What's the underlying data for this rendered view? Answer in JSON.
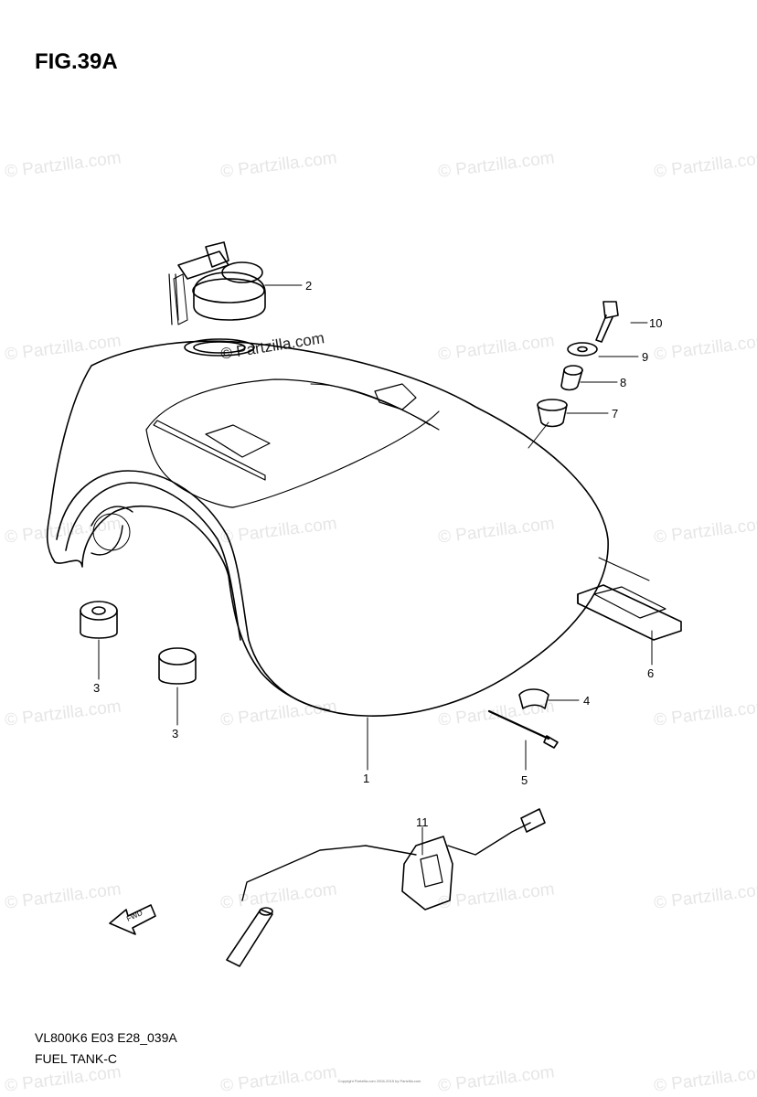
{
  "figure": {
    "title": "FIG.39A",
    "code": "VL800K6 E03 E28_039A",
    "name": "FUEL TANK-C",
    "copyright": "Copyright Partzilla.com 2004-2015 by Partzilla.com"
  },
  "watermark": {
    "text": "© Partzilla.com"
  },
  "fwd_arrow": {
    "label": "FWD"
  },
  "callouts": [
    {
      "id": "c1",
      "label": "1"
    },
    {
      "id": "c2",
      "label": "2"
    },
    {
      "id": "c3a",
      "label": "3"
    },
    {
      "id": "c3b",
      "label": "3"
    },
    {
      "id": "c4",
      "label": "4"
    },
    {
      "id": "c5",
      "label": "5"
    },
    {
      "id": "c6",
      "label": "6"
    },
    {
      "id": "c7",
      "label": "7"
    },
    {
      "id": "c8",
      "label": "8"
    },
    {
      "id": "c9",
      "label": "9"
    },
    {
      "id": "c10",
      "label": "10"
    },
    {
      "id": "c11",
      "label": "11"
    }
  ]
}
